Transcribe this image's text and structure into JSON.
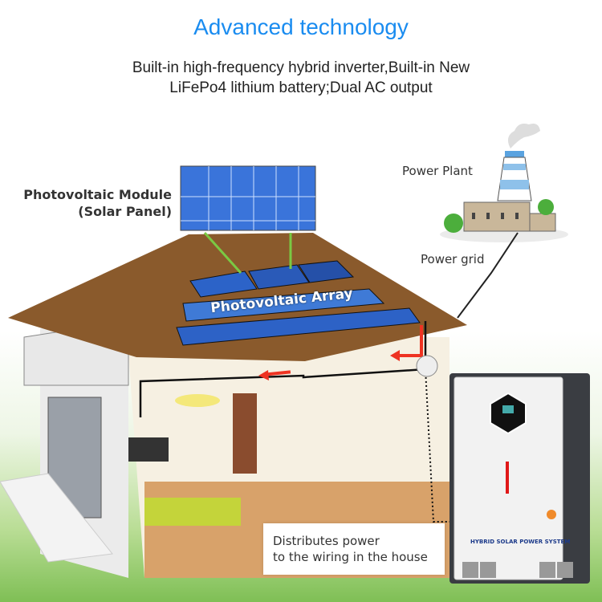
{
  "header": {
    "title": "Advanced technology",
    "subtitle_line1": "Built-in high-frequency hybrid inverter,Built-in New",
    "subtitle_line2": "LiFePo4 lithium battery;Dual AC output"
  },
  "diagram": {
    "pv_module_label_line1": "Photovoltaic Module",
    "pv_module_label_line2": "(Solar Panel)",
    "pv_array_label": "Photovoltaic Array",
    "power_plant_label": "Power Plant",
    "power_grid_label": "Power grid",
    "callout_line1": "Distributes power",
    "callout_line2": "to the wiring in the house"
  },
  "product": {
    "brand_label": "HYBRID SOLAR POWER SYSTEM"
  },
  "colors": {
    "title": "#1a8cf0",
    "panel_blue": "#2a5fc8",
    "roof_brown": "#8a5a2c",
    "arrow_red": "#ee3322",
    "wire_green": "#7ac943",
    "grass_green": "#7fbf55"
  }
}
